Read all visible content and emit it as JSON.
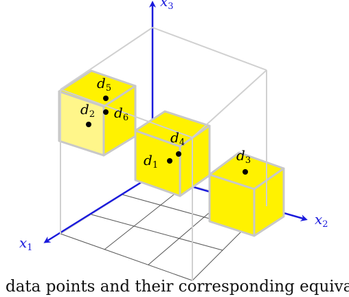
{
  "axes": {
    "x1": {
      "base": "x",
      "sub": "1"
    },
    "x2": {
      "base": "x",
      "sub": "2"
    },
    "x3": {
      "base": "x",
      "sub": "3"
    }
  },
  "points": [
    {
      "id": "d5",
      "base": "d",
      "sub": "5"
    },
    {
      "id": "d2",
      "base": "d",
      "sub": "2"
    },
    {
      "id": "d6",
      "base": "d",
      "sub": "6"
    },
    {
      "id": "d4",
      "base": "d",
      "sub": "4"
    },
    {
      "id": "d1",
      "base": "d",
      "sub": "1"
    },
    {
      "id": "d3",
      "base": "d",
      "sub": "3"
    }
  ],
  "caption": "data points and their corresponding equiva",
  "colors": {
    "axis": "#1a1adc",
    "cube_fill": "#fff200",
    "cube_edge": "#c8c8c8",
    "grid": "#555555",
    "outer_box": "#d0d0d0"
  }
}
